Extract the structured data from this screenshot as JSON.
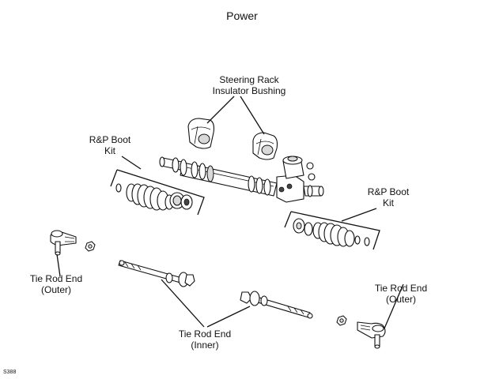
{
  "title": "Power",
  "labels": {
    "insulator_bushing_line1": "Steering Rack",
    "insulator_bushing_line2": "Insulator Bushing",
    "boot_kit_left_line1": "R&P Boot",
    "boot_kit_left_line2": "Kit",
    "boot_kit_right_line1": "R&P Boot",
    "boot_kit_right_line2": "Kit",
    "tie_rod_outer_left_line1": "Tie Rod End",
    "tie_rod_outer_left_line2": "(Outer)",
    "tie_rod_outer_right_line1": "Tie Rod End",
    "tie_rod_outer_right_line2": "(Outer)",
    "tie_rod_inner_line1": "Tie Rod End",
    "tie_rod_inner_line2": "(Inner)"
  },
  "figure_code": "S388"
}
